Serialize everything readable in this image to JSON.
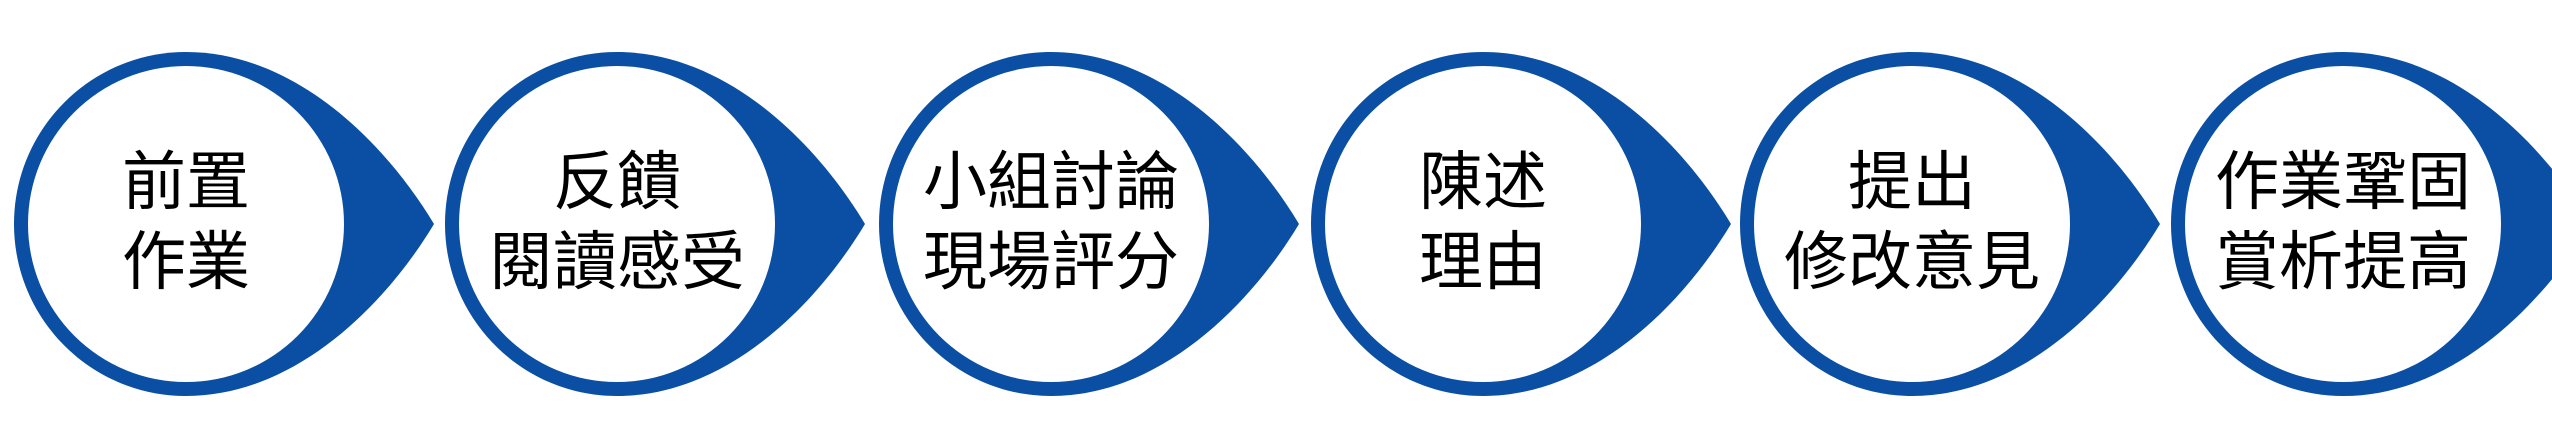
{
  "colors": {
    "accent": "#0A4FA3",
    "circle_fill": "#FFFFFF",
    "text": "#000000"
  },
  "steps": [
    {
      "line1": "前置",
      "line2": "作業"
    },
    {
      "line1": "反饋",
      "line2": "閱讀感受"
    },
    {
      "line1": "小組討論",
      "line2": "現場評分"
    },
    {
      "line1": "陳述",
      "line2": "理由"
    },
    {
      "line1": "提出",
      "line2": "修改意見"
    },
    {
      "line1": "作業鞏固",
      "line2": "賞析提高"
    }
  ]
}
